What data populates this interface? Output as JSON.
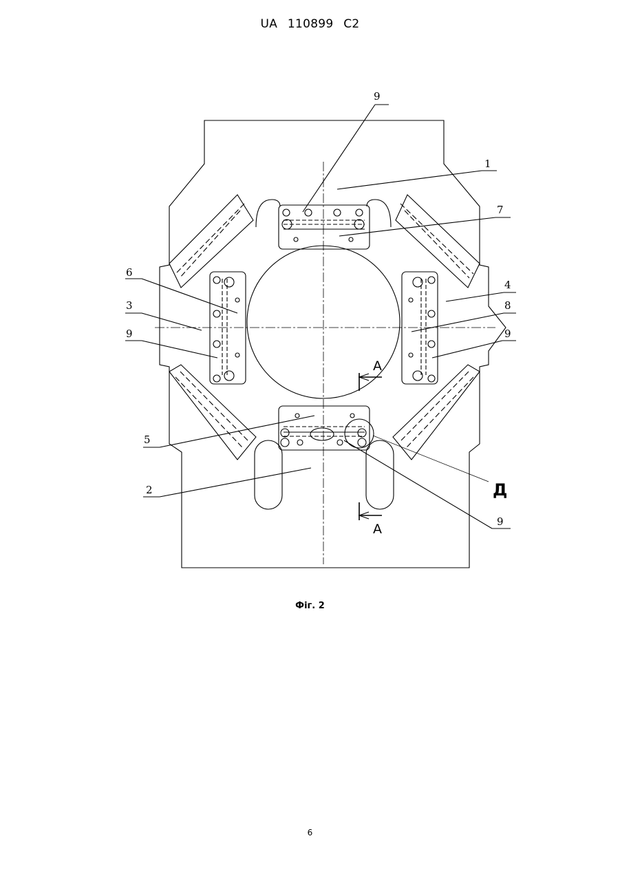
{
  "header": {
    "patent_number": "UA   110899   C2"
  },
  "figure": {
    "caption": "Фіг. 2",
    "labels": {
      "l1": "1",
      "l2": "2",
      "l3": "3",
      "l4": "4",
      "l5": "5",
      "l6": "6",
      "l7": "7",
      "l8": "8",
      "l9_top": "9",
      "l9_left": "9",
      "l9_right": "9",
      "l9_bottom": "9",
      "detail": "Д",
      "section_top": "А",
      "section_bottom": "А"
    }
  },
  "footer": {
    "page_number": "6"
  }
}
